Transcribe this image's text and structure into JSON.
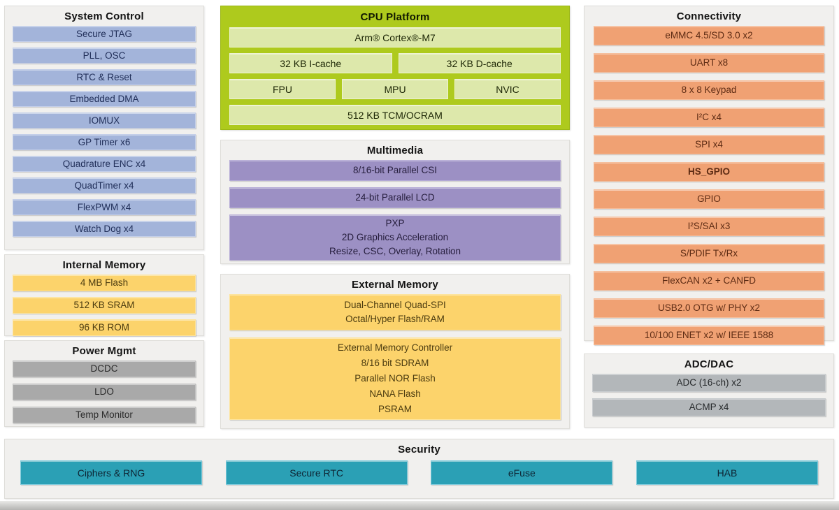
{
  "colors": {
    "system_control_blue": "#a3b4da",
    "memory_yellow": "#fcd36b",
    "power_gray": "#a9a9a9",
    "cpu_lime": "#aeca1d",
    "cpu_pale_green": "#dde8ab",
    "multimedia_purple": "#9c90c4",
    "connectivity_orange": "#f0a173",
    "adc_gray": "#b3b7ba",
    "security_teal": "#2ba0b5",
    "panel_bg": "#f1f0ee"
  },
  "panels": {
    "system_control": {
      "title": "System Control",
      "items": [
        "Secure JTAG",
        "PLL, OSC",
        "RTC & Reset",
        "Embedded DMA",
        "IOMUX",
        "GP Timer x6",
        "Quadrature ENC x4",
        "QuadTimer x4",
        "FlexPWM x4",
        "Watch Dog x4"
      ]
    },
    "internal_memory": {
      "title": "Internal Memory",
      "items": [
        "4 MB Flash",
        "512 KB SRAM",
        "96 KB ROM"
      ]
    },
    "power_mgmt": {
      "title": "Power Mgmt",
      "items": [
        "DCDC",
        "LDO",
        "Temp Monitor"
      ]
    },
    "cpu_platform": {
      "title": "CPU Platform",
      "core": "Arm® Cortex®-M7",
      "caches": [
        "32 KB I-cache",
        "32 KB D-cache"
      ],
      "units": [
        "FPU",
        "MPU",
        "NVIC"
      ],
      "ram": "512 KB TCM/OCRAM"
    },
    "multimedia": {
      "title": "Multimedia",
      "items": [
        "8/16-bit Parallel CSI",
        "24-bit Parallel LCD",
        "PXP\n2D Graphics Acceleration\nResize, CSC, Overlay, Rotation"
      ]
    },
    "external_memory": {
      "title": "External Memory",
      "items": [
        "Dual-Channel Quad-SPI\nOctal/Hyper Flash/RAM",
        "External Memory Controller\n8/16 bit SDRAM\nParallel NOR Flash\nNANA Flash\nPSRAM"
      ]
    },
    "connectivity": {
      "title": "Connectivity",
      "items": [
        "eMMC 4.5/SD 3.0 x2",
        "UART x8",
        "8 x 8 Keypad",
        "I²C x4",
        "SPI  x4",
        "HS_GPIO",
        "GPIO",
        "I²S/SAI x3",
        "S/PDIF Tx/Rx",
        "FlexCAN x2 + CANFD",
        "USB2.0 OTG w/ PHY x2",
        "10/100 ENET x2 w/ IEEE 1588"
      ]
    },
    "adc_dac": {
      "title": "ADC/DAC",
      "items": [
        "ADC (16-ch) x2",
        "ACMP x4"
      ]
    },
    "security": {
      "title": "Security",
      "items": [
        "Ciphers & RNG",
        "Secure RTC",
        "eFuse",
        "HAB"
      ]
    }
  }
}
